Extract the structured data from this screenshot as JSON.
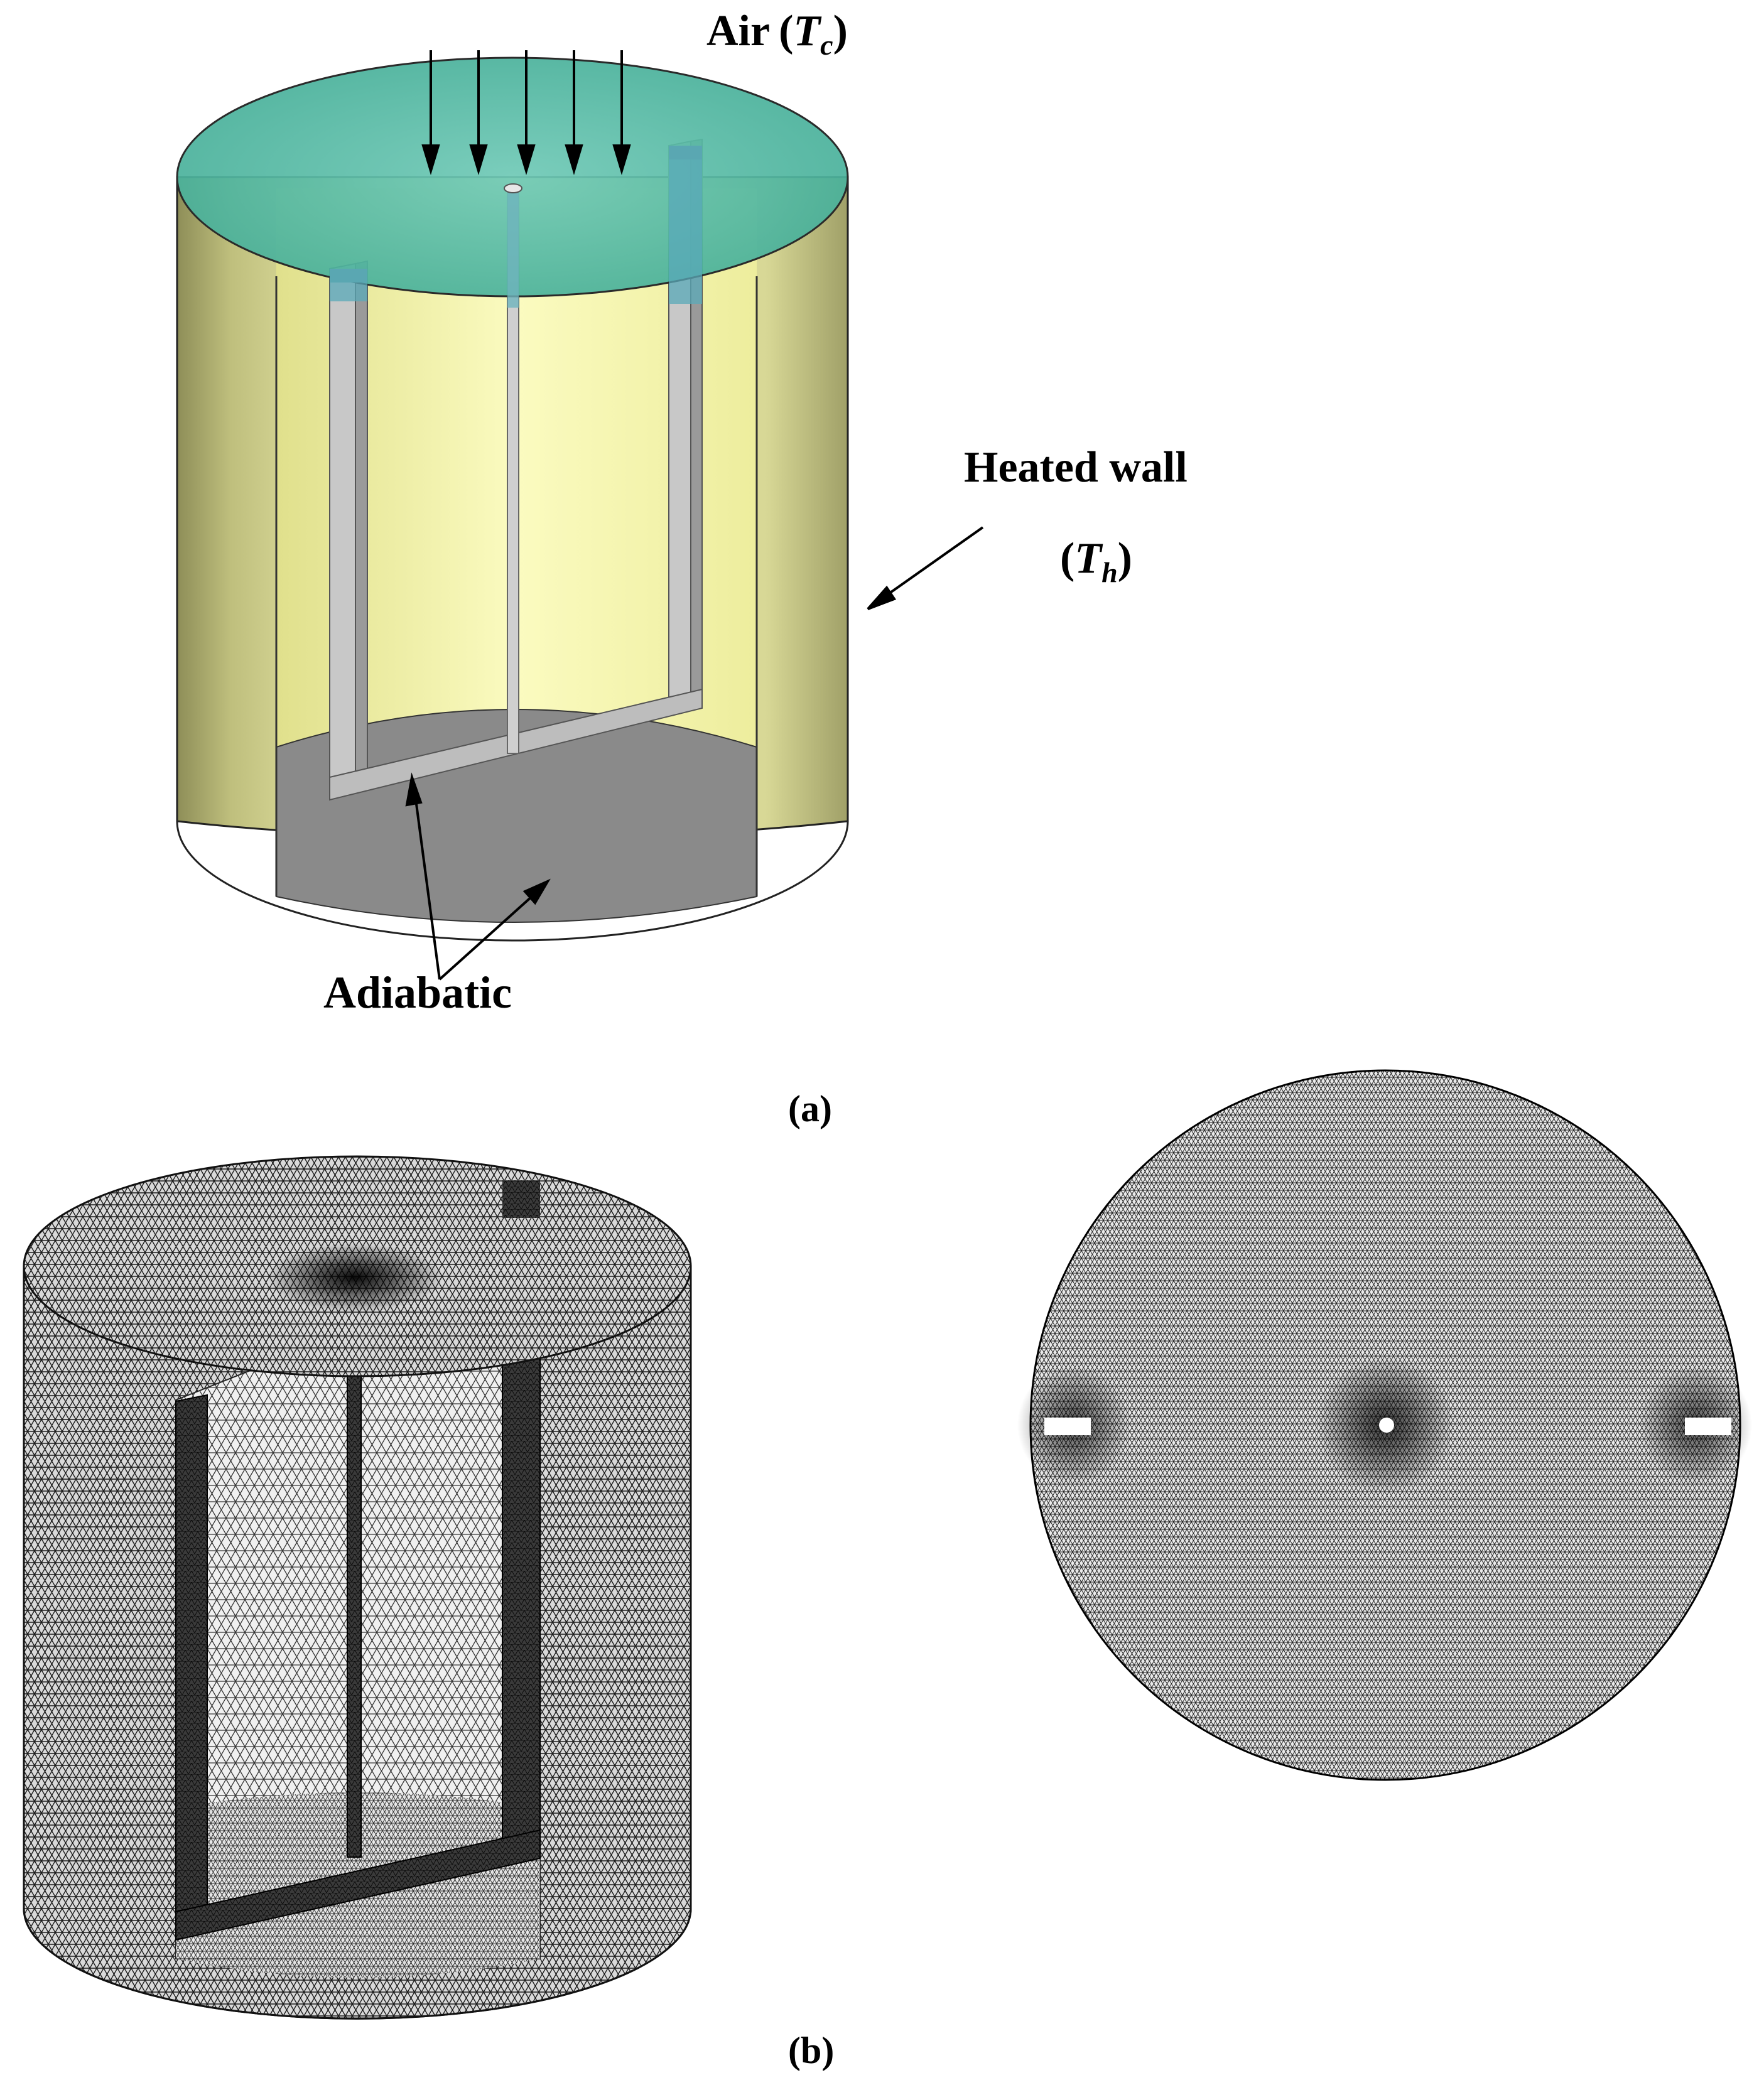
{
  "panel_a": {
    "air_label": "Air",
    "air_symbol": "T",
    "air_subscript": "c",
    "heated_wall_label": "Heated wall",
    "heated_wall_symbol": "T",
    "heated_wall_subscript": "h",
    "adiabatic_label": "Adiabatic",
    "caption": "a"
  },
  "panel_b": {
    "caption": "b"
  },
  "colors": {
    "top_lid": "#5cbfa8",
    "wall": "#e6e69a",
    "bottom": "#8a8a8a",
    "impeller": "#c4c4c4",
    "mesh": "#111111"
  },
  "icons": [
    "arrow-down-icon",
    "pointer-arrow-icon"
  ]
}
